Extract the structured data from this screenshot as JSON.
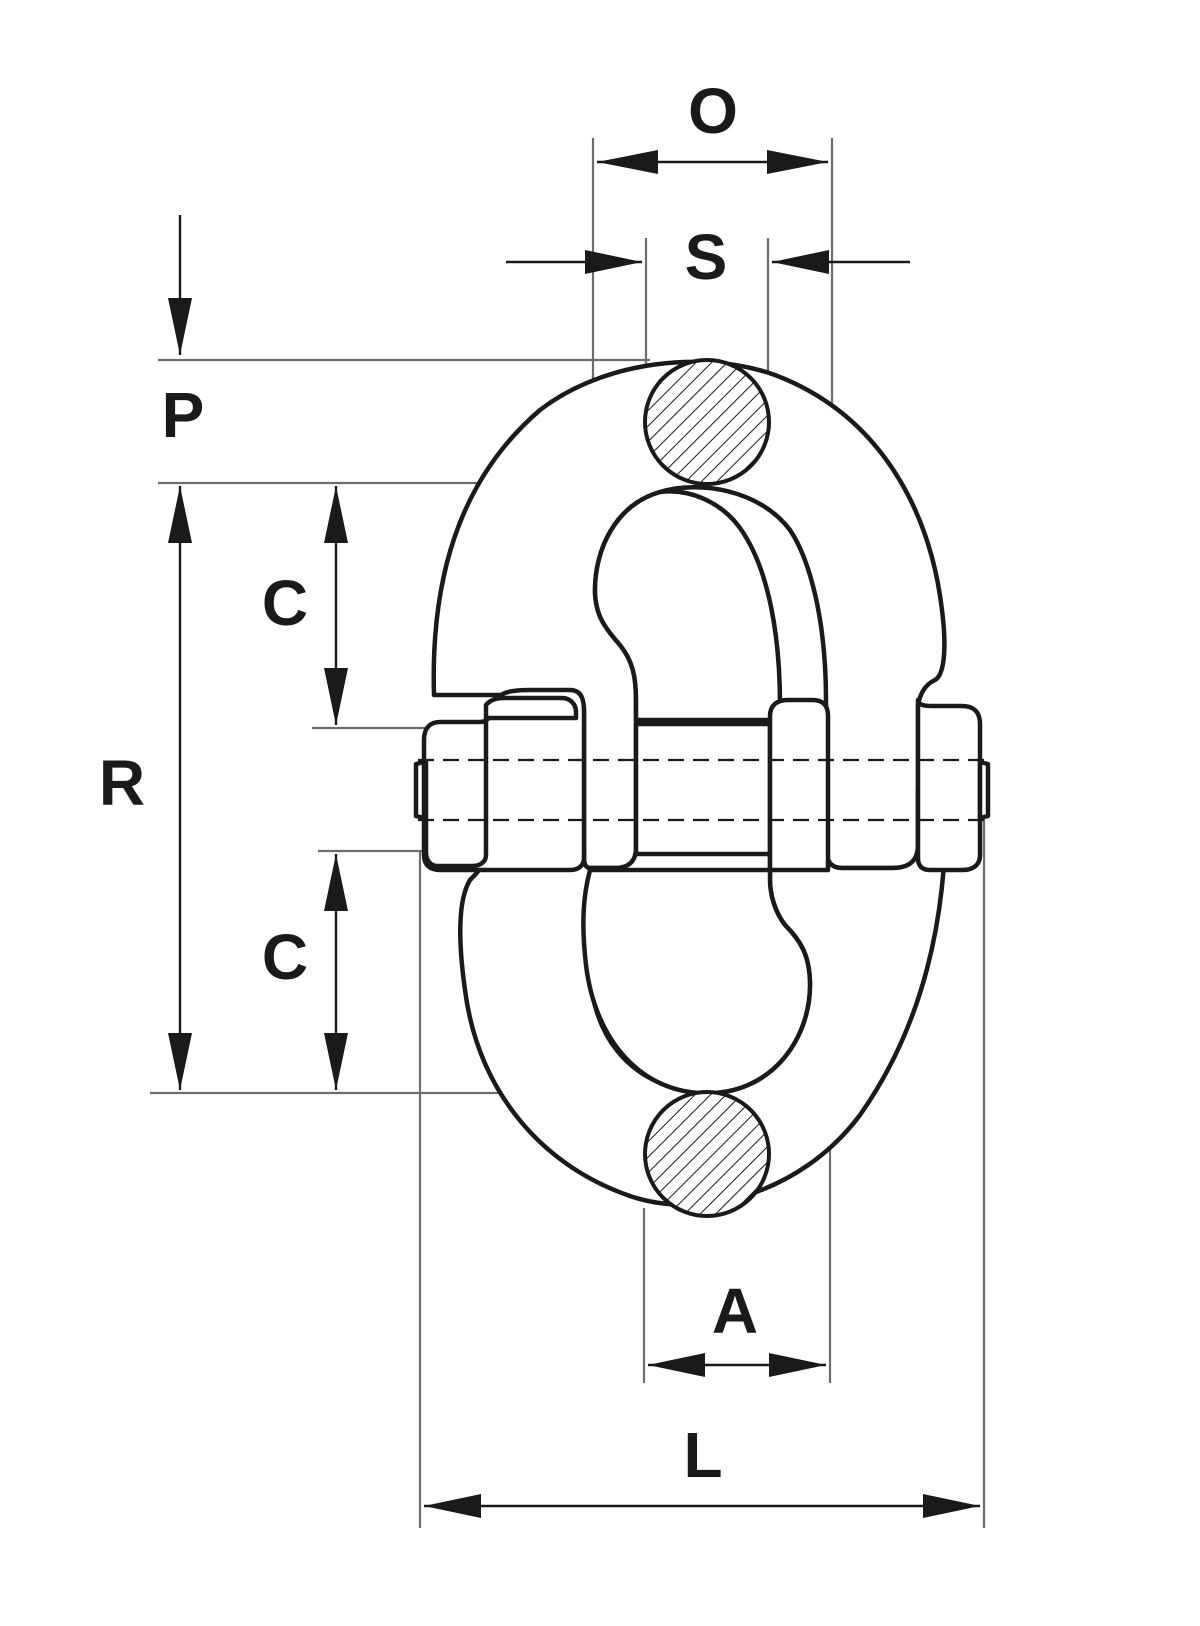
{
  "labels": {
    "O": "O",
    "S": "S",
    "P": "P",
    "C_upper": "C",
    "R": "R",
    "C_lower": "C",
    "A": "A",
    "L": "L"
  }
}
